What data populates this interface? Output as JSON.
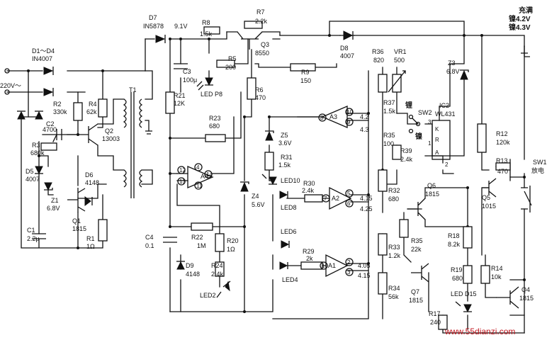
{
  "power": {
    "mains": "220V～",
    "charge_label_line1": "充满",
    "charge_label_line2": "镍4.2V",
    "charge_label_line3": "镍4.3V",
    "rail_voltage": "9.1V"
  },
  "components": {
    "D1_D4": {
      "ref": "D1～D4",
      "value": "IN4007"
    },
    "R2": {
      "ref": "R2",
      "value": "330k"
    },
    "R4": {
      "ref": "R4",
      "value": "62k"
    },
    "C2": {
      "ref": "C2",
      "value": "4700"
    },
    "R3": {
      "ref": "R3",
      "value": "680k"
    },
    "Q2": {
      "ref": "Q2",
      "value": "13003"
    },
    "T1": {
      "ref": "T1"
    },
    "D5": {
      "ref": "D5",
      "value": "4007"
    },
    "Z1": {
      "ref": "Z1",
      "value": "6.8V"
    },
    "D6": {
      "ref": "D6",
      "value": "4148"
    },
    "Q1": {
      "ref": "Q1",
      "value": "1815"
    },
    "R1": {
      "ref": "R1",
      "value": "1Ω"
    },
    "C1": {
      "ref": "C1",
      "value": "2.2μ"
    },
    "D7": {
      "ref": "D7",
      "value": "IN5878"
    },
    "C3": {
      "ref": "C3",
      "value": "100μ"
    },
    "R21": {
      "ref": "R21",
      "value": "12K"
    },
    "R8": {
      "ref": "R8",
      "value": "1.5k"
    },
    "LED_P8": {
      "ref": "LED P8"
    },
    "R7": {
      "ref": "R7",
      "value": "2.2k"
    },
    "Q3": {
      "ref": "Q3",
      "value": "8550"
    },
    "R5": {
      "ref": "R5",
      "value": "200"
    },
    "R6": {
      "ref": "R6",
      "value": "470"
    },
    "R23": {
      "ref": "R23",
      "value": "680"
    },
    "A4": {
      "ref": "A4"
    },
    "C4": {
      "ref": "C4",
      "value": "0.1"
    },
    "R22": {
      "ref": "R22",
      "value": "1M"
    },
    "D9": {
      "ref": "D9",
      "value": "4148"
    },
    "R20": {
      "ref": "R20",
      "value": "1Ω"
    },
    "R24": {
      "ref": "R24",
      "value": "2.4k"
    },
    "LED2": {
      "ref": "LED2"
    },
    "Z4": {
      "ref": "Z4",
      "value": "5.6V"
    },
    "Z5": {
      "ref": "Z5",
      "value": "3.6V"
    },
    "R31": {
      "ref": "R31",
      "value": "1.5k"
    },
    "LED10": {
      "ref": "LED10"
    },
    "LED8": {
      "ref": "LED8"
    },
    "LED6": {
      "ref": "LED6"
    },
    "LED4": {
      "ref": "LED4"
    },
    "R30": {
      "ref": "R30",
      "value": "2.4k"
    },
    "R29": {
      "ref": "R29",
      "value": "2k"
    },
    "A3": {
      "ref": "A3"
    },
    "A2": {
      "ref": "A2"
    },
    "A1": {
      "ref": "A1"
    },
    "R9": {
      "ref": "R9",
      "value": "150"
    },
    "D8": {
      "ref": "D8",
      "value": "4007"
    },
    "R36": {
      "ref": "R36",
      "value": "820"
    },
    "VR1": {
      "ref": "VR1",
      "value": "500"
    },
    "R37": {
      "ref": "R37",
      "value": "1.5k"
    },
    "R35": {
      "ref": "R35",
      "value": "100"
    },
    "R39": {
      "ref": "R39",
      "value": "2.4k"
    },
    "SW2": {
      "ref": "SW2"
    },
    "IC2": {
      "ref": "IC2",
      "value": "WL431"
    },
    "Z3": {
      "ref": "Z3",
      "value": "6.8V"
    },
    "R32": {
      "ref": "R32",
      "value": "680"
    },
    "R33": {
      "ref": "R33",
      "value": "1.2k"
    },
    "R34": {
      "ref": "R34",
      "value": "56k"
    },
    "R35b": {
      "ref": "R35",
      "value": "22k"
    },
    "Q6": {
      "ref": "Q6",
      "value": "1815"
    },
    "Q7": {
      "ref": "Q7",
      "value": "1815"
    },
    "R12": {
      "ref": "R12",
      "value": "120k"
    },
    "R13": {
      "ref": "R13",
      "value": "470"
    },
    "Q5": {
      "ref": "Q5",
      "value": "1015"
    },
    "SW1": {
      "ref": "SW1",
      "value": "放电"
    },
    "R18": {
      "ref": "R18",
      "value": "8.2k"
    },
    "R19": {
      "ref": "R19",
      "value": "680"
    },
    "R14": {
      "ref": "R14",
      "value": "10k"
    },
    "Q4": {
      "ref": "Q4",
      "value": "1815"
    },
    "LED_D15": {
      "ref": "LED D15"
    },
    "R17": {
      "ref": "R17",
      "value": "240"
    }
  },
  "node_voltages": {
    "a3_p1": "4.2",
    "a3_p2": "4.3",
    "a2_p1": "4.15",
    "a2_p2": "4.25",
    "a1_p1": "4.05",
    "a1_p2": "4.15"
  },
  "switch_labels": {
    "nickel": "镍",
    "lithium": "锂"
  },
  "watermark": "www.55dianzi.com"
}
